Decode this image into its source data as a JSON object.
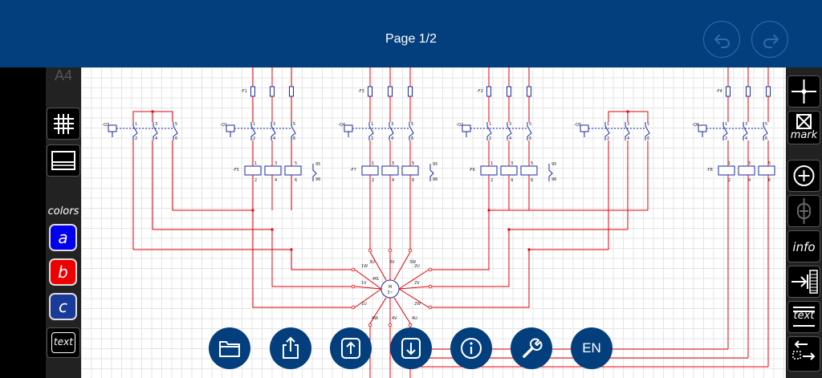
{
  "header": {
    "page_label": "Page 1/2",
    "undo_icon": "undo-arrow-icon",
    "redo_icon": "redo-arrow-icon"
  },
  "left_toolbar": {
    "format_label": "A4",
    "grid_icon": "grid-icon",
    "layout_icon": "title-block-icon",
    "colors_label": "colors",
    "colors": [
      {
        "label": "a",
        "color": "#0000ee"
      },
      {
        "label": "b",
        "color": "#ee0000"
      },
      {
        "label": "c",
        "color": "#1a3a9a"
      }
    ],
    "text_label": "text"
  },
  "right_toolbar": {
    "mark_label": "mark",
    "info_label": "info",
    "text_label": "text"
  },
  "bottom_bar": {
    "icons": [
      "folder-icon",
      "share-icon",
      "upload-icon",
      "download-icon",
      "info-icon",
      "wrench-icon"
    ],
    "language_label": "EN"
  },
  "schematic": {
    "fuses": [
      "-F1",
      "-F3",
      "-F2",
      "-F4"
    ],
    "contactors": [
      "-Q3",
      "-Q1",
      "-Q4",
      "-Q2",
      "-Q5",
      "-Q6"
    ],
    "overloads": [
      "-F5",
      "-F7",
      "-F6",
      "-F8"
    ],
    "pole_numbers_top": [
      "1",
      "3",
      "5"
    ],
    "pole_numbers_bottom": [
      "2",
      "4",
      "6"
    ],
    "aux_contacts": [
      "95",
      "96"
    ],
    "motor": {
      "tag": "-M1",
      "symbol": "M",
      "subscript": "3~",
      "terminals": [
        "3U",
        "3V",
        "3W",
        "1W",
        "1V",
        "1U",
        "2U",
        "2V",
        "2W",
        "4W",
        "4V",
        "4U"
      ]
    }
  }
}
